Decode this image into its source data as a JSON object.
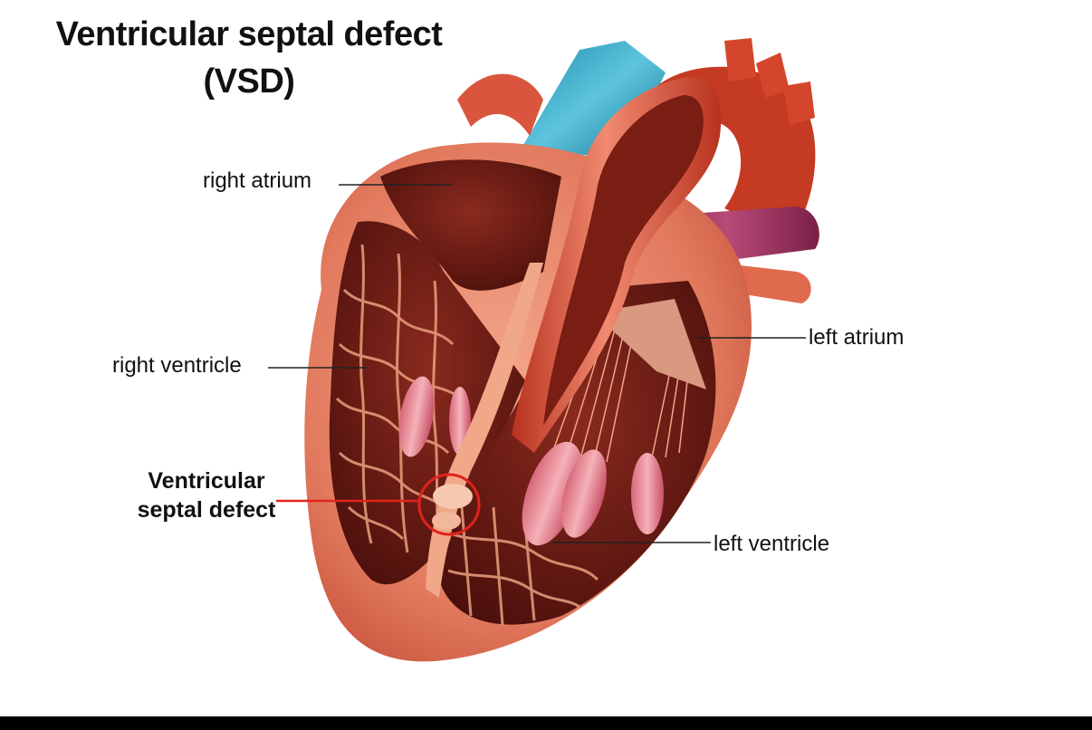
{
  "title": {
    "line1": "Ventricular septal defect",
    "line2": "(VSD)"
  },
  "labels": {
    "right_atrium": "right atrium",
    "right_ventricle": "right ventricle",
    "left_atrium": "left atrium",
    "left_ventricle": "left ventricle",
    "vsd_line1": "Ventricular",
    "vsd_line2": "septal defect"
  },
  "colors": {
    "highlight": "#e2231a",
    "leader": "#222222"
  }
}
